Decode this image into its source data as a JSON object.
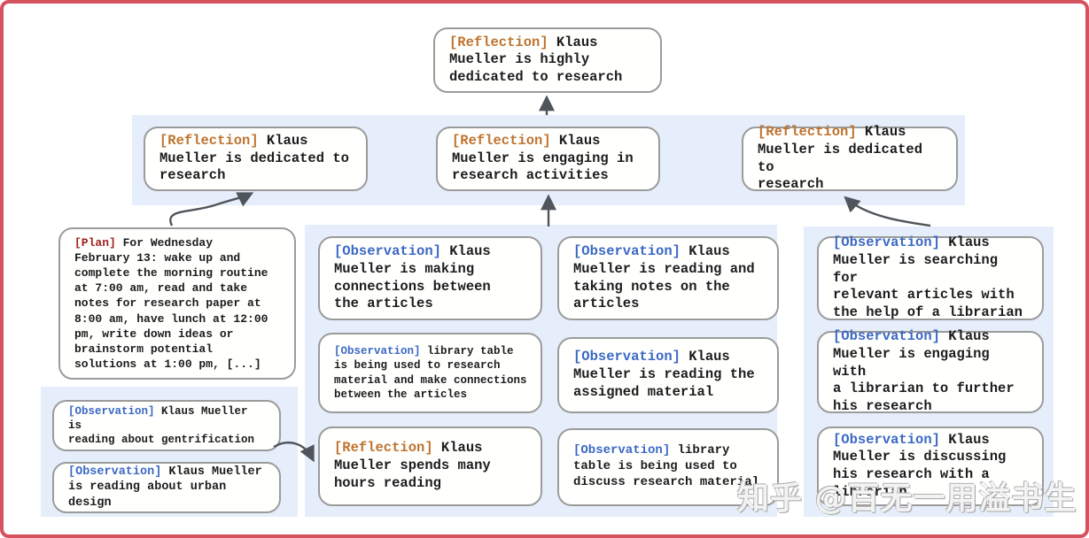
{
  "colors": {
    "frame_border": "#d5515e",
    "band_background": "#e5eefa",
    "node_border": "#9b9b9b",
    "reflection_tag": "#bf7430",
    "observation_tag": "#3b68c5",
    "plan_tag": "#9e2120",
    "arrow": "#50555b"
  },
  "watermark": "知乎 @百无一用溢书生",
  "nodes": {
    "top_reflection": {
      "tag": "[Reflection]",
      "text": "Klaus\nMueller is highly\ndedicated to research"
    },
    "reflection_left": {
      "tag": "[Reflection]",
      "text": "Klaus\nMueller is dedicated to\nresearch"
    },
    "reflection_mid": {
      "tag": "[Reflection]",
      "text": "Klaus\nMueller is engaging in\nresearch activities"
    },
    "reflection_right": {
      "tag": "[Reflection]",
      "text": "Klaus\nMueller is dedicated to\nresearch"
    },
    "plan": {
      "tag": "[Plan]",
      "text": "For Wednesday\nFebruary 13: wake up and\ncomplete the morning routine\nat 7:00 am, read and take\nnotes for research paper at\n8:00 am, have lunch at 12:00\npm, write down ideas or\nbrainstorm potential\nsolutions at 1:00 pm, [...]"
    },
    "obs_gentrification": {
      "tag": "[Observation]",
      "text": "Klaus Mueller is\nreading about gentrification"
    },
    "obs_urban_design": {
      "tag": "[Observation]",
      "text": "Klaus Mueller\nis reading about urban design"
    },
    "obs_connections": {
      "tag": "[Observation]",
      "text": "Klaus\nMueller is making\nconnections between\nthe articles"
    },
    "obs_library_research": {
      "tag": "[Observation]",
      "text": "library table\nis being used to research\nmaterial and make connections\nbetween the articles"
    },
    "reflection_hours": {
      "tag": "[Reflection]",
      "text": "Klaus\nMueller spends many\nhours reading"
    },
    "obs_taking_notes": {
      "tag": "[Observation]",
      "text": "Klaus\nMueller is reading and\ntaking notes on the\narticles"
    },
    "obs_assigned": {
      "tag": "[Observation]",
      "text": "Klaus\nMueller is reading the\nassigned material"
    },
    "obs_library_discuss": {
      "tag": "[Observation]",
      "text": "library\ntable is being used to\ndiscuss research material"
    },
    "obs_searching": {
      "tag": "[Observation]",
      "text": "Klaus\nMueller is searching for\nrelevant articles with\nthe help of a librarian"
    },
    "obs_engaging": {
      "tag": "[Observation]",
      "text": "Klaus\nMueller is engaging with\na librarian to further\nhis research"
    },
    "obs_discussing": {
      "tag": "[Observation]",
      "text": "Klaus\nMueller is discussing\nhis research with a\nlibrarian"
    }
  }
}
